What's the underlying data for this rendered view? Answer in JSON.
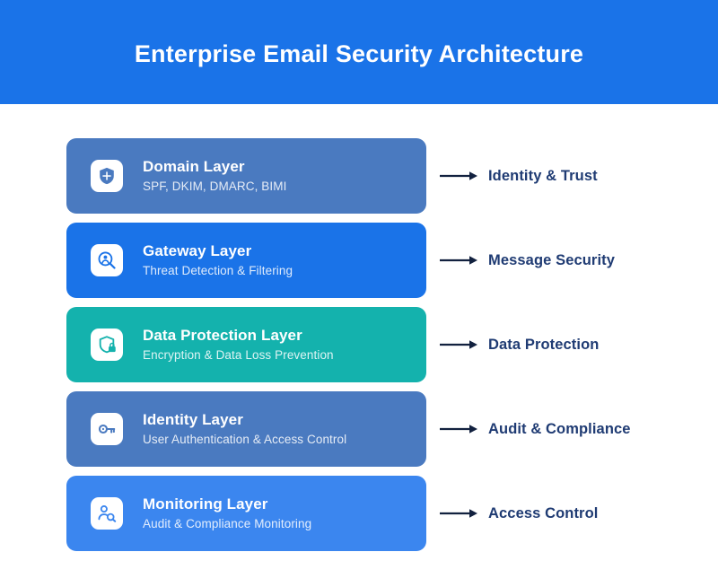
{
  "header": {
    "title": "Enterprise Email Security Architecture",
    "background_color": "#1a73e8",
    "text_color": "#ffffff"
  },
  "colors": {
    "muted_blue": "#4a7ac0",
    "bright_blue": "#1a73e8",
    "teal": "#14b2ad",
    "label_navy": "#1f3b73",
    "arrow": "#12213f"
  },
  "layers": [
    {
      "icon": "shield-icon",
      "title": "Domain Layer",
      "subtitle": "SPF, DKIM, DMARC, BIMI",
      "card_color": "#4a7ac0",
      "icon_color": "#4a7ac0",
      "arrow_label": "Identity & Trust"
    },
    {
      "icon": "user-search-magnifier-icon",
      "title": "Gateway Layer",
      "subtitle": "Threat Detection & Filtering",
      "card_color": "#1a73e8",
      "icon_color": "#1a73e8",
      "arrow_label": "Message Security"
    },
    {
      "icon": "shield-lock-icon",
      "title": "Data Protection Layer",
      "subtitle": "Encryption & Data Loss Prevention",
      "card_color": "#14b2ad",
      "icon_color": "#14b2ad",
      "arrow_label": "Data Protection"
    },
    {
      "icon": "key-icon",
      "title": "Identity Layer",
      "subtitle": "User Authentication & Access Control",
      "card_color": "#4a7ac0",
      "icon_color": "#4a7ac0",
      "arrow_label": "Audit & Compliance"
    },
    {
      "icon": "person-search-icon",
      "title": "Monitoring Layer",
      "subtitle": "Audit & Compliance Monitoring",
      "card_color": "#3b86ef",
      "icon_color": "#3b86ef",
      "arrow_label": "Access Control"
    }
  ]
}
